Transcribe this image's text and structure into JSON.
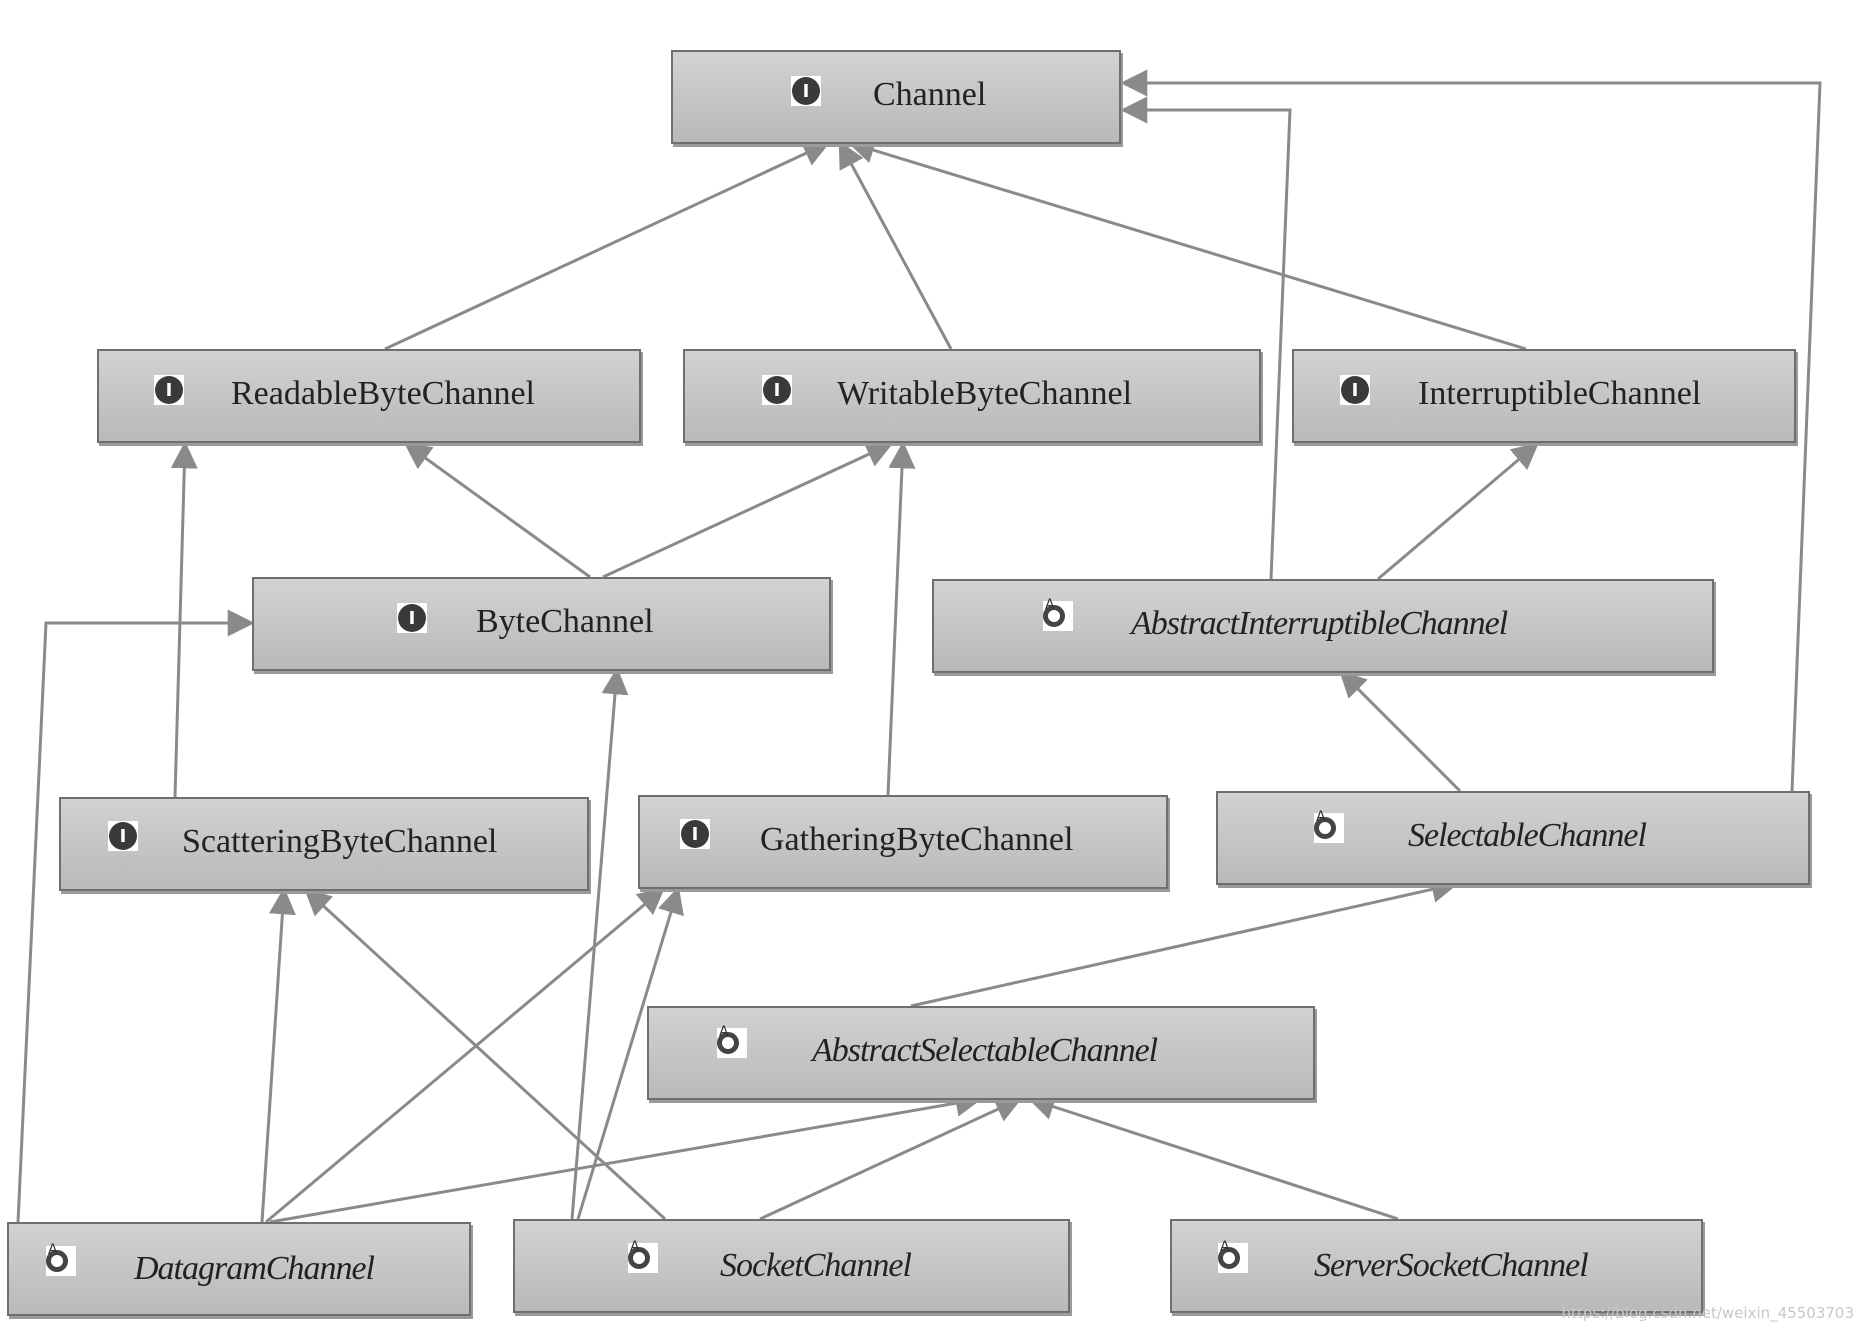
{
  "nodes": {
    "channel": {
      "label": "Channel",
      "kind": "interface"
    },
    "readable": {
      "label": "ReadableByteChannel",
      "kind": "interface"
    },
    "writable": {
      "label": "WritableByteChannel",
      "kind": "interface"
    },
    "interruptible": {
      "label": "InterruptibleChannel",
      "kind": "interface"
    },
    "byte": {
      "label": "ByteChannel",
      "kind": "interface"
    },
    "abstract_interruptible": {
      "label": "AbstractInterruptibleChannel",
      "kind": "abstract-class"
    },
    "scattering": {
      "label": "ScatteringByteChannel",
      "kind": "interface"
    },
    "gathering": {
      "label": "GatheringByteChannel",
      "kind": "interface"
    },
    "selectable": {
      "label": "SelectableChannel",
      "kind": "abstract-class"
    },
    "abstract_selectable": {
      "label": "AbstractSelectableChannel",
      "kind": "abstract-class"
    },
    "datagram": {
      "label": "DatagramChannel",
      "kind": "abstract-class"
    },
    "socket": {
      "label": "SocketChannel",
      "kind": "abstract-class"
    },
    "server_socket": {
      "label": "ServerSocketChannel",
      "kind": "abstract-class"
    }
  },
  "edges": [
    [
      "readable",
      "channel"
    ],
    [
      "writable",
      "channel"
    ],
    [
      "interruptible",
      "channel"
    ],
    [
      "abstract_interruptible",
      "channel"
    ],
    [
      "selectable",
      "channel"
    ],
    [
      "byte",
      "readable"
    ],
    [
      "byte",
      "writable"
    ],
    [
      "abstract_interruptible",
      "interruptible"
    ],
    [
      "scattering",
      "readable"
    ],
    [
      "gathering",
      "writable"
    ],
    [
      "selectable",
      "abstract_interruptible"
    ],
    [
      "abstract_selectable",
      "selectable"
    ],
    [
      "datagram",
      "byte"
    ],
    [
      "datagram",
      "scattering"
    ],
    [
      "datagram",
      "gathering"
    ],
    [
      "datagram",
      "abstract_selectable"
    ],
    [
      "socket",
      "byte"
    ],
    [
      "socket",
      "scattering"
    ],
    [
      "socket",
      "gathering"
    ],
    [
      "socket",
      "abstract_selectable"
    ],
    [
      "server_socket",
      "abstract_selectable"
    ]
  ],
  "icons": {
    "interface": "interface-icon",
    "abstract-class": "abstract-class-icon"
  },
  "colors": {
    "node_fill": "#c4c4c4",
    "node_border": "#6f6f6f",
    "edge": "#8a8a8a"
  },
  "watermark": "https://blog.csdn.net/weixin_45503703"
}
